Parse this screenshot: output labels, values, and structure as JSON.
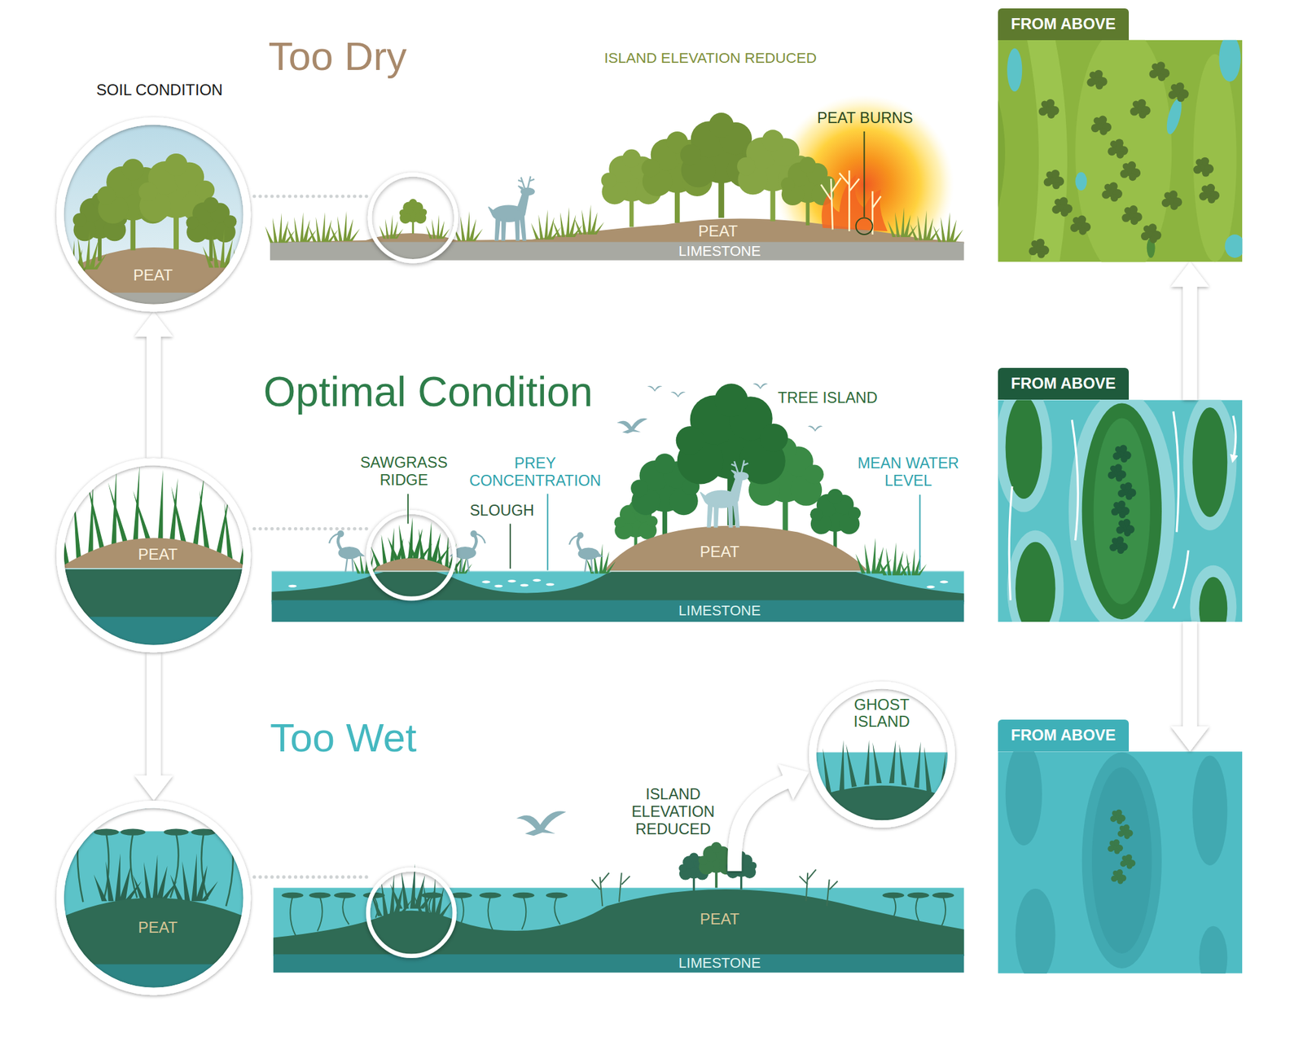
{
  "diagram": {
    "nodes": [
      {
        "text": [
          "PEAT"
        ]
      },
      {
        "text": [
          "PEAT",
          "LIMESTONE"
        ]
      },
      {
        "text": [
          "FROM ABOVE"
        ]
      },
      {
        "text": [
          "PEAT"
        ]
      },
      {
        "text": [
          "PEAT",
          "LIMESTONE"
        ]
      },
      {
        "text": [
          "FROM ABOVE"
        ]
      },
      {
        "text": [
          "GHOST ISLAND"
        ]
      },
      {
        "text": [
          "PEAT"
        ]
      },
      {
        "text": [
          "PEAT",
          "LIMESTONE"
        ]
      },
      {
        "text": [
          "FROM ABOVE"
        ]
      }
    ],
    "edges": [
      {
        "from": 3,
        "to": 0,
        "arrow": "to"
      },
      {
        "from": 3,
        "to": 7,
        "arrow": "to"
      },
      {
        "from": 5,
        "to": 2,
        "arrow": "to"
      },
      {
        "from": 5,
        "to": 9,
        "arrow": "to"
      },
      {
        "from": 8,
        "to": 6,
        "arrow": "to"
      }
    ],
    "labels": [
      "SOIL CONDITION",
      "Too Dry",
      "ISLAND ELEVATION REDUCED",
      "PEAT BURNS",
      "Optimal Condition",
      "TREE ISLAND",
      "SAWGRASS RIDGE",
      "PREY CONCENTRATION",
      "SLOUGH",
      "MEAN WATER LEVEL",
      "Too Wet",
      "ISLAND ELEVATION REDUCED"
    ]
  }
}
